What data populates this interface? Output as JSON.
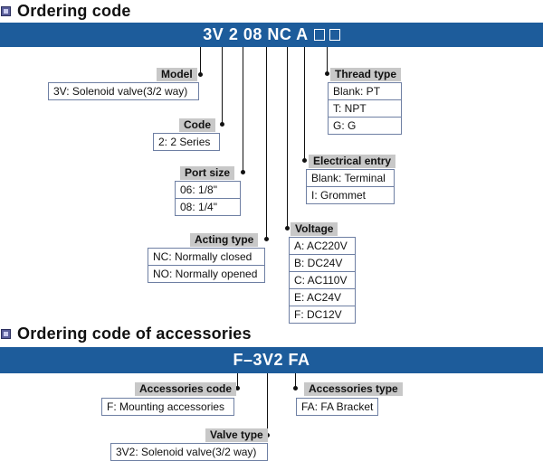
{
  "section1": {
    "title": "Ordering code",
    "code": "3V 2 08 NC A",
    "model": {
      "header": "Model",
      "options": [
        "3V: Solenoid valve(3/2 way)"
      ]
    },
    "code_series": {
      "header": "Code",
      "options": [
        "2: 2 Series"
      ]
    },
    "port_size": {
      "header": "Port size",
      "options": [
        "06: 1/8\"",
        "08: 1/4\""
      ]
    },
    "acting_type": {
      "header": "Acting type",
      "options": [
        "NC: Normally closed",
        "NO: Normally opened"
      ]
    },
    "voltage": {
      "header": "Voltage",
      "options": [
        "A: AC220V",
        "B: DC24V",
        "C: AC110V",
        "E: AC24V",
        "F: DC12V"
      ]
    },
    "electrical_entry": {
      "header": "Electrical entry",
      "options": [
        "Blank: Terminal",
        "I: Grommet"
      ]
    },
    "thread_type": {
      "header": "Thread type",
      "options": [
        "Blank: PT",
        "T: NPT",
        "G: G"
      ]
    }
  },
  "section2": {
    "title": "Ordering code of accessories",
    "code": "F–3V2 FA",
    "accessories_code": {
      "header": "Accessories code",
      "options": [
        "F: Mounting accessories"
      ]
    },
    "valve_type": {
      "header": "Valve type",
      "options": [
        "3V2: Solenoid valve(3/2 way)"
      ]
    },
    "accessories_type": {
      "header": "Accessories type",
      "options": [
        "FA: FA Bracket"
      ]
    }
  },
  "colors": {
    "banner": "#1d5c9b",
    "header_bg": "#c8c8c8",
    "box_border": "#6e7fa3"
  }
}
